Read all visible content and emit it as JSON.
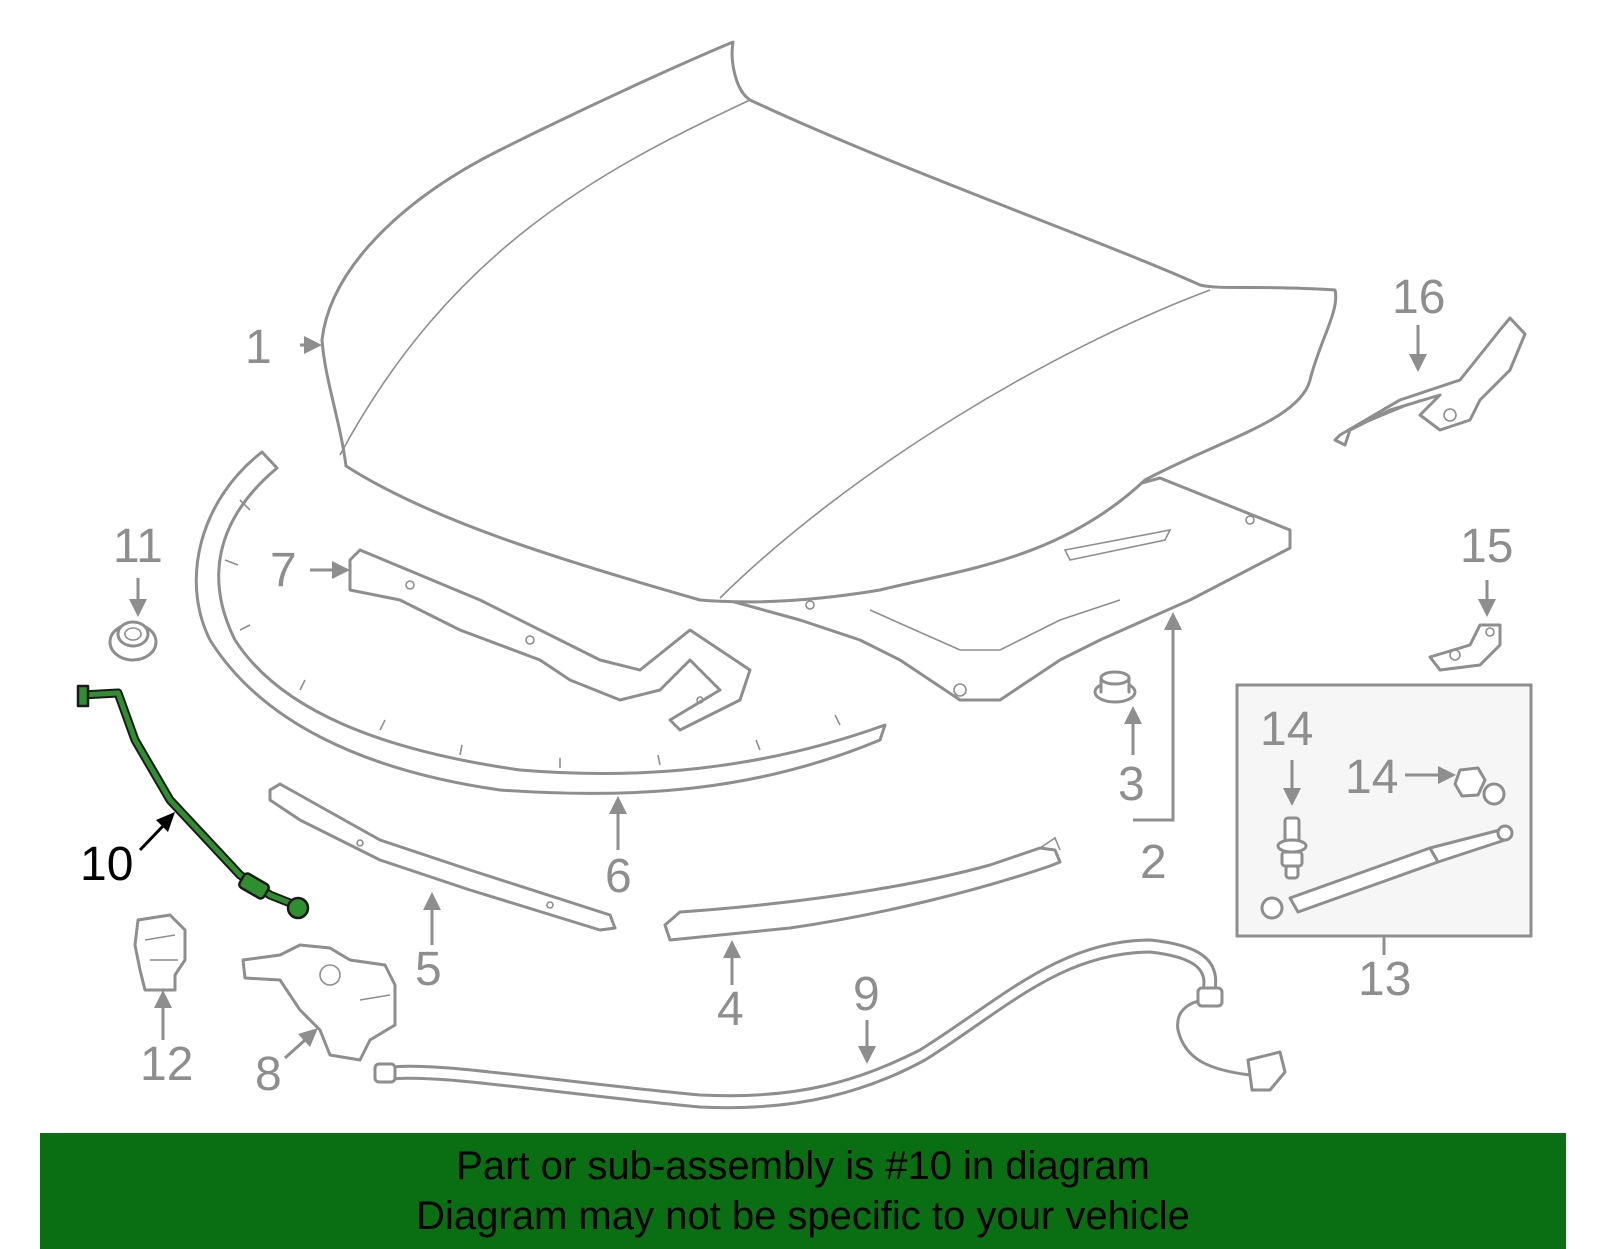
{
  "diagram": {
    "callouts": {
      "c1": "1",
      "c2": "2",
      "c3": "3",
      "c4": "4",
      "c5": "5",
      "c6": "6",
      "c7": "7",
      "c8": "8",
      "c9": "9",
      "c10": "10",
      "c11": "11",
      "c12": "12",
      "c13": "13",
      "c14a": "14",
      "c14b": "14",
      "c15": "15",
      "c16": "16"
    },
    "highlighted_part": "10"
  },
  "banner": {
    "line1": "Part or sub-assembly is #10 in diagram",
    "line2": "Diagram may not be specific to your vehicle"
  },
  "colors": {
    "line_art": "#8e8e8e",
    "highlight": "#2f8f2f",
    "banner_bg": "#0a6e12"
  }
}
